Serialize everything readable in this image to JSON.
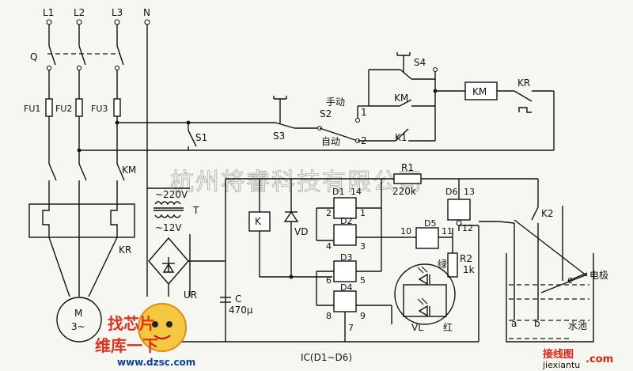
{
  "labels": {
    "l1": "L1",
    "l2": "L2",
    "l3": "L3",
    "n": "N",
    "q": "Q",
    "fu1": "FU1",
    "fu2": "FU2",
    "fu3": "FU3",
    "km_main": "KM",
    "kr_main": "KR",
    "motor_m": "M",
    "motor_phase": "3~",
    "s1": "S1",
    "s2": "S2",
    "s3": "S3",
    "s4": "S4",
    "manual": "手动",
    "auto": "自动",
    "pos1": "1",
    "pos2": "2",
    "km_contact": "KM",
    "k1": "K1",
    "km_coil": "KM",
    "kr_contact": "KR",
    "v220": "~220V",
    "t": "T",
    "v12": "~12V",
    "ur": "UR",
    "c": "C",
    "c_val": "470μ",
    "k_relay": "K",
    "vd": "VD",
    "r1": "R1",
    "r1_val": "220k",
    "r2": "R2",
    "r2_val": "1k",
    "d1": "D1",
    "d2": "D2",
    "d3": "D3",
    "d4": "D4",
    "d5": "D5",
    "d6": "D6",
    "green": "绿",
    "red": "红",
    "vl": "VL",
    "k2": "K2",
    "electrode": "电极",
    "pool": "水池",
    "ea": "a",
    "eb": "b",
    "ec": "c",
    "ic": "IC(D1~D6)"
  },
  "pins": {
    "p1": "1",
    "p2": "2",
    "p3": "3",
    "p4": "4",
    "p5": "5",
    "p6": "6",
    "p7": "7",
    "p8": "8",
    "p9": "9",
    "p10": "10",
    "p11": "11",
    "p12": "12",
    "p13": "13",
    "p14": "14"
  },
  "watermark": "杭州将睿科技有限公司",
  "logo": {
    "line1": "找芯片",
    "line2": "维库一下",
    "url": "www.dzsc.com"
  },
  "site_mark": {
    "cn": "接线图",
    "en": "jiexiantu",
    "tld": ".com"
  },
  "colors": {
    "logo_red": "#e03020",
    "logo_blue": "#0b3ea8",
    "site_red": "#d21"
  }
}
